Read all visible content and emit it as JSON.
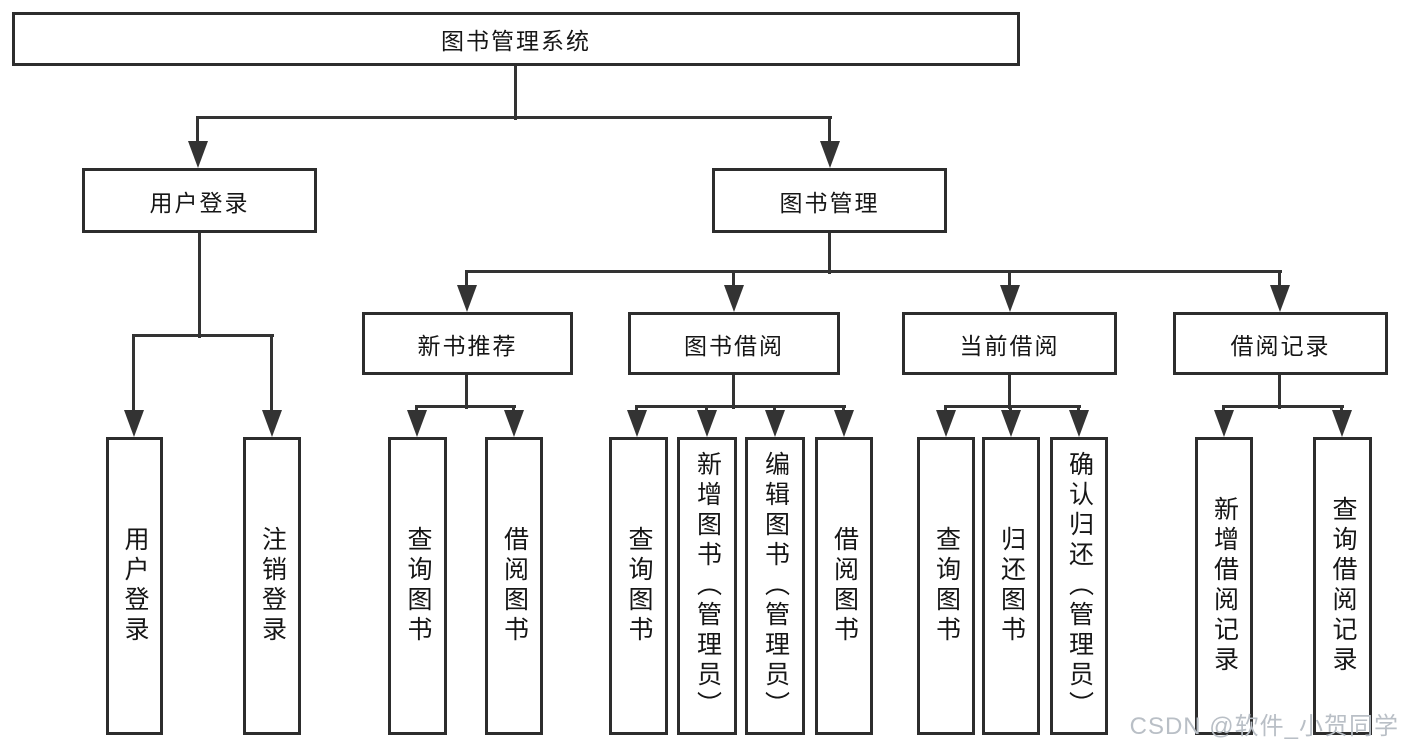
{
  "diagram": {
    "root": {
      "label": "图书管理系统"
    },
    "user_login_branch": {
      "label": "用户登录",
      "children": [
        "用户登录",
        "注销登录"
      ]
    },
    "book_mgmt_branch": {
      "label": "图书管理",
      "sections": [
        {
          "label": "新书推荐",
          "children": [
            "查询图书",
            "借阅图书"
          ]
        },
        {
          "label": "图书借阅",
          "children": [
            "查询图书",
            "新增图书（管理员）",
            "编辑图书（管理员）",
            "借阅图书"
          ]
        },
        {
          "label": "当前借阅",
          "children": [
            "查询图书",
            "归还图书",
            "确认归还（管理员）"
          ]
        },
        {
          "label": "借阅记录",
          "children": [
            "新增借阅记录",
            "查询借阅记录"
          ]
        }
      ]
    },
    "colors": {
      "line": "#333333",
      "box_border": "#2d2d2d",
      "text": "#161616",
      "background": "#ffffff",
      "watermark": "#b9bfc6"
    }
  },
  "watermark": {
    "text": "CSDN @软件_小贺同学"
  }
}
